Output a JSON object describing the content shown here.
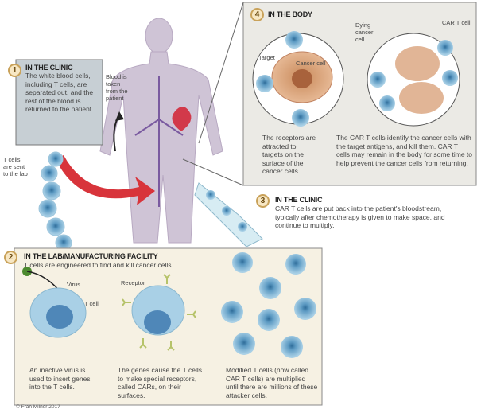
{
  "step1": {
    "number": "1",
    "title": "IN THE CLINIC",
    "text": "The white blood cells, including T cells, are separated out, and the rest of the blood is returned to the patient."
  },
  "labels": {
    "blood_taken": "Blood is taken from the patient",
    "tcells_sent": "T cells are sent to the lab"
  },
  "step4": {
    "number": "4",
    "title": "IN THE BODY",
    "target": "Target",
    "cancer_cell": "Cancer cell",
    "dying": "Dying cancer cell",
    "cart_cell": "CAR T cell",
    "left_text": "The receptors are attracted to targets on the surface of the cancer cells.",
    "right_text": "The CAR T cells identify the cancer cells with the target antigens, and kill them. CAR T cells may remain in the body for some time to help prevent the cancer cells from returning."
  },
  "step3": {
    "number": "3",
    "title": "IN THE CLINIC",
    "text": "CAR T cells are put back into the patient's bloodstream, typically after chemotherapy is given to make space, and continue to multiply."
  },
  "step2": {
    "number": "2",
    "title": "IN THE LAB/MANUFACTURING FACILITY",
    "subtitle": "T cells are engineered to find and kill cancer cells.",
    "virus": "Virus",
    "tcell": "T cell",
    "receptor": "Receptor",
    "cap1": "An inactive virus is used to insert genes into the T cells.",
    "cap2": "The genes cause the T cells to make special receptors, called CARs, on their surfaces.",
    "cap3": "Modified T cells (now called CAR T cells) are multiplied until there are millions of these attacker cells.",
    "credit": "© Fran Milner 2017"
  }
}
